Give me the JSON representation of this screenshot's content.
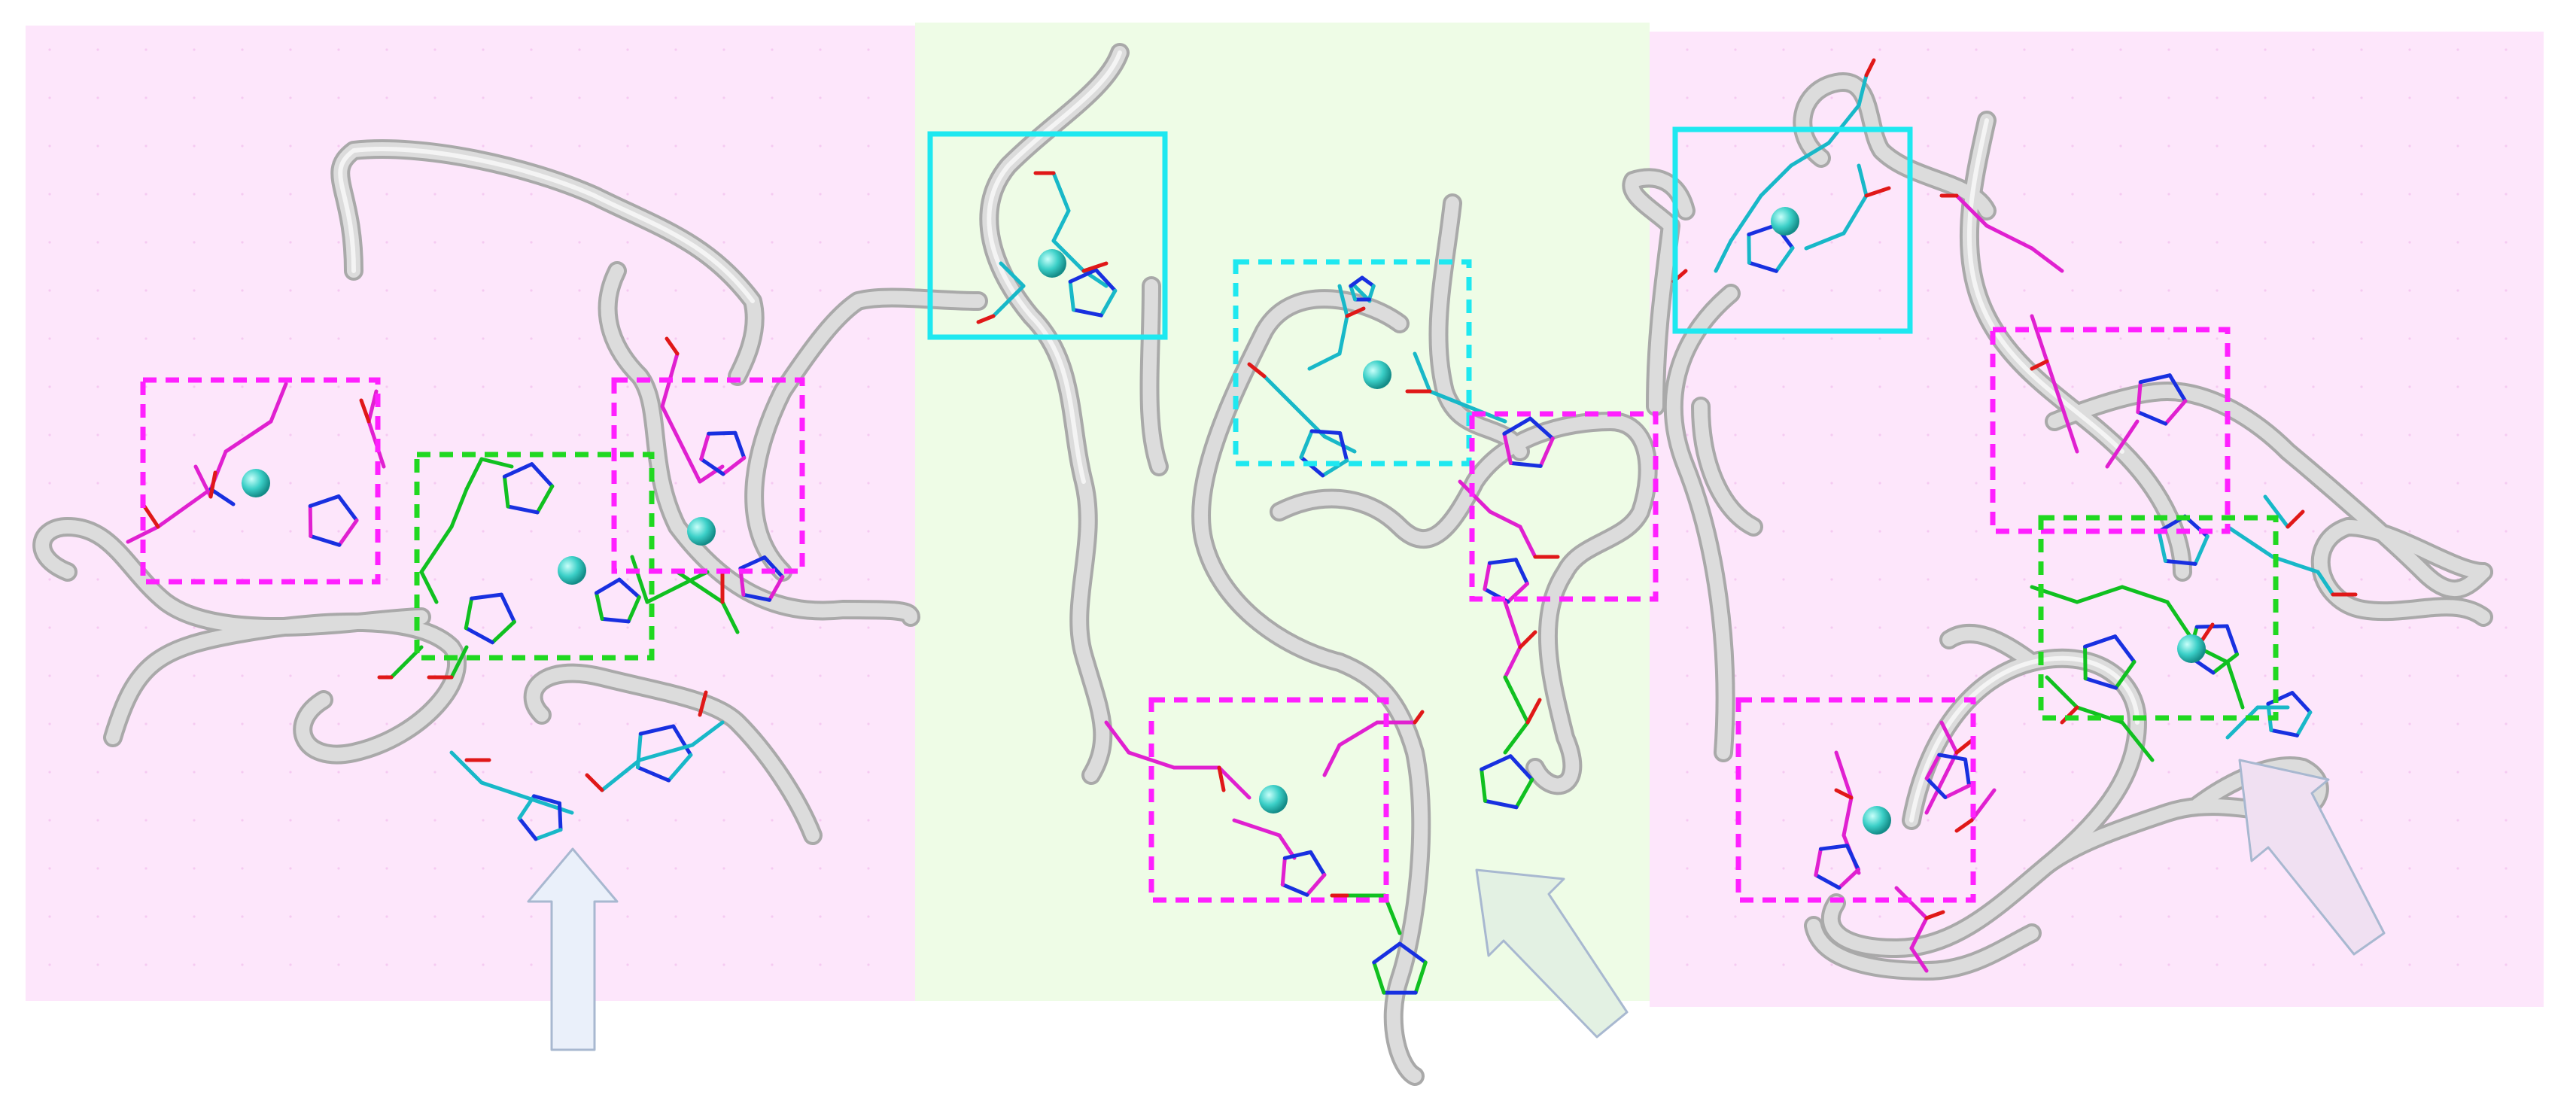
{
  "colors": {
    "background": "#ffffff",
    "panel_pink": "#fde6fb",
    "panel_green": "#eefce6",
    "ribbon": "#d7d7d7",
    "ribbon_edge": "#a9a9a9",
    "magenta": "#ff20ff",
    "cyan": "#1ee8f0",
    "green": "#20d820",
    "stick_magenta": "#e020d0",
    "stick_cyan": "#18b8c8",
    "stick_green": "#10c020",
    "stick_blue": "#1830e0",
    "stick_red": "#e01818",
    "sphere": "#3cd0c8",
    "arrow_fill_blue": "#eaf0fa",
    "arrow_fill_green": "#e3f1e3",
    "arrow_fill_pink": "#f0e0f2",
    "arrow_stroke": "#a8b8d0"
  },
  "panels": [
    {
      "name": "left",
      "tint": "pink"
    },
    {
      "name": "middle",
      "tint": "green"
    },
    {
      "name": "right",
      "tint": "pink"
    }
  ],
  "highlight_boxes": [
    {
      "panel": "left",
      "color": "magenta",
      "style": "dashed"
    },
    {
      "panel": "left",
      "color": "green",
      "style": "dashed"
    },
    {
      "panel": "left",
      "color": "magenta",
      "style": "dashed"
    },
    {
      "panel": "middle",
      "color": "cyan",
      "style": "solid"
    },
    {
      "panel": "middle",
      "color": "cyan",
      "style": "dashed"
    },
    {
      "panel": "middle",
      "color": "magenta",
      "style": "dashed"
    },
    {
      "panel": "middle",
      "color": "magenta",
      "style": "dashed"
    },
    {
      "panel": "right",
      "color": "cyan",
      "style": "solid"
    },
    {
      "panel": "right",
      "color": "magenta",
      "style": "dashed"
    },
    {
      "panel": "right",
      "color": "green",
      "style": "dashed"
    },
    {
      "panel": "right",
      "color": "magenta",
      "style": "dashed"
    }
  ],
  "metal_ions": 9,
  "arrows": [
    {
      "panel": "left",
      "direction": "up",
      "tint": "blue"
    },
    {
      "panel": "middle",
      "direction": "up-left",
      "tint": "green"
    },
    {
      "panel": "right",
      "direction": "up-left",
      "tint": "pink"
    }
  ]
}
